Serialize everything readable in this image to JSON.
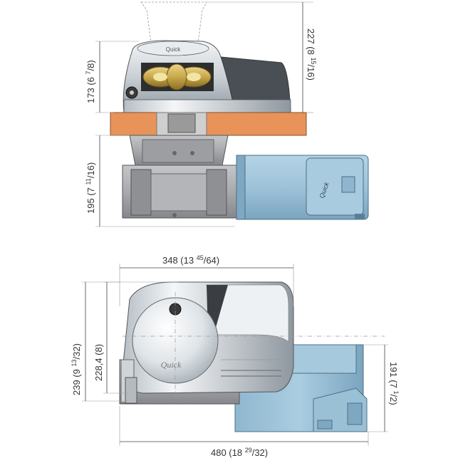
{
  "figure": {
    "colors": {
      "deck": "#e8935a",
      "motor": "#9ec3d9",
      "gearbox": "#a9aaae",
      "chrome": "#d9dee2",
      "gypsy": "#c8a84a"
    },
    "dimensions": {
      "side_height_total": {
        "main": "227 (8 ",
        "sup": "15",
        "tail": "/16)"
      },
      "side_height_above_deck": {
        "main": "173 (6 ",
        "sup": "7",
        "tail": "/8)"
      },
      "side_height_below_deck": {
        "main": "195 (7 ",
        "sup": "11",
        "tail": "/16)"
      },
      "top_width_cover": {
        "main": "348 (13 ",
        "sup": "45",
        "tail": "/64)"
      },
      "top_depth_total": {
        "main": "239 (9 ",
        "sup": "13",
        "tail": "/32)"
      },
      "top_depth_inner": {
        "main": "228,4 (8)"
      },
      "top_motor_height": {
        "main": "191 (7 ",
        "sup": "1",
        "tail": "/2)"
      },
      "top_length_total": {
        "main": "480 (18 ",
        "sup": "29",
        "tail": "/32)"
      }
    },
    "logo_text": "Quick"
  }
}
